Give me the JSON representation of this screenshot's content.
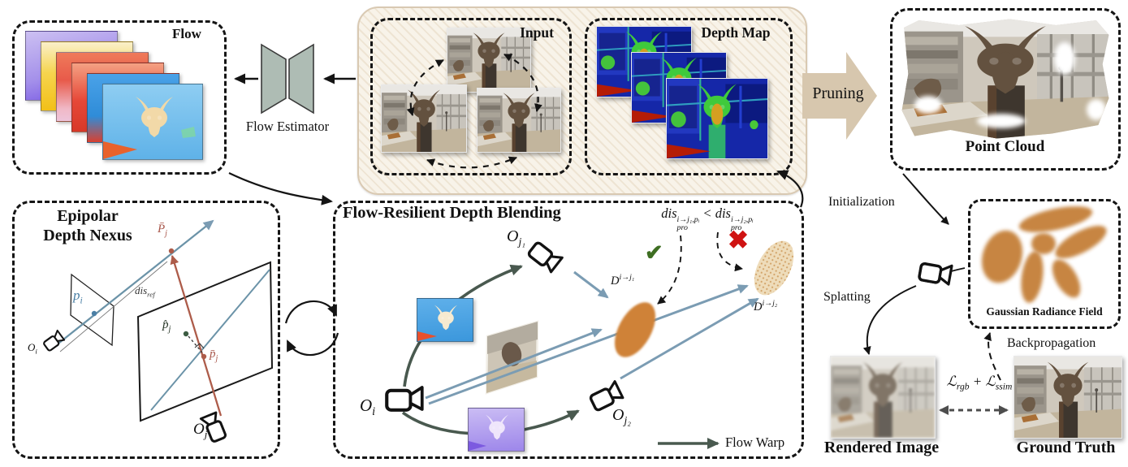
{
  "palette": {
    "accent_blue": "#7b9cb3",
    "accent_warp_green": "#49594f",
    "accent_red_arrow": "#ad5c4a",
    "gaussian_orange": "#c5813b",
    "beige_bg": "#f4ecdd",
    "pruning_fill": "#d7c7ae",
    "check_green": "#3e6e22",
    "cross_red": "#cf1312"
  },
  "flow_panel": {
    "label": "Flow"
  },
  "flow_estimator": {
    "label": "Flow Estimator"
  },
  "input_panel": {
    "label": "Input"
  },
  "depth_panel": {
    "label": "Depth Map"
  },
  "pruning": {
    "label": "Pruning"
  },
  "point_cloud": {
    "label": "Point Cloud"
  },
  "right_flow": {
    "initialization": "Initialization",
    "splatting": "Splatting",
    "backpropagation": "Backpropagation"
  },
  "gaussian_field": {
    "label": "Gaussian Radiance Field"
  },
  "rendered_image": {
    "label": "Rendered Image"
  },
  "ground_truth": {
    "label": "Ground Truth"
  },
  "loss": {
    "term1_base": "ℒ",
    "term1_sub": "rgb",
    "op": "+",
    "term2_base": "ℒ",
    "term2_sub": "ssim"
  },
  "epipolar": {
    "title_line1": "Epipolar",
    "title_line2": "Depth Nexus",
    "labels": {
      "o_i_base": "O",
      "o_i_sub": "i",
      "p_i_base": "p",
      "p_i_sub": "i",
      "dis_base": "dis",
      "dis_sub": "ref",
      "P_bar_base": "P̄",
      "P_bar_sub": "j",
      "p_hat_base": "p̂",
      "p_hat_sub": "j",
      "p_bar_base": "p̄",
      "p_bar_sub": "j",
      "o_j_base": "O",
      "o_j_sub": "j"
    }
  },
  "blending": {
    "title": "Flow-Resilient Depth Blending",
    "labels": {
      "o_i_base": "O",
      "o_i_sub": "i",
      "o_j1_base": "O",
      "o_j1_sub": "j₁",
      "o_j2_base": "O",
      "o_j2_sub": "j₂",
      "d1_base": "D",
      "d1_sup": "i→j₁",
      "d2_base": "D",
      "d2_sup": "i→j₂"
    },
    "inequality": {
      "lhs_base": "dis",
      "lhs_sub": "pro",
      "lhs_sup": "i→j₁,pᵢ",
      "op": "<",
      "rhs_base": "dis",
      "rhs_sub": "pro",
      "rhs_sup": "i→j₂,pᵢ"
    },
    "check_icon": "✔",
    "cross_icon": "✖",
    "legend": {
      "flow_warp": "Flow Warp"
    }
  }
}
